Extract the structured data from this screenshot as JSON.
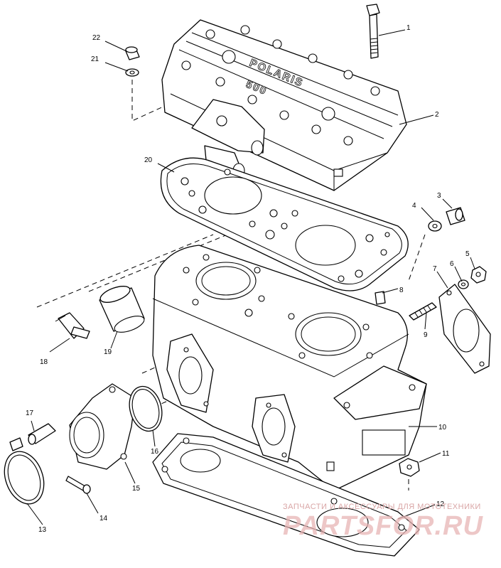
{
  "callouts": [
    {
      "id": "c1",
      "label": "1"
    },
    {
      "id": "c2",
      "label": "2"
    },
    {
      "id": "c3",
      "label": "3"
    },
    {
      "id": "c4",
      "label": "4"
    },
    {
      "id": "c5",
      "label": "5"
    },
    {
      "id": "c6",
      "label": "6"
    },
    {
      "id": "c7",
      "label": "7"
    },
    {
      "id": "c8",
      "label": "8"
    },
    {
      "id": "c9",
      "label": "9"
    },
    {
      "id": "c10",
      "label": "10"
    },
    {
      "id": "c11",
      "label": "11"
    },
    {
      "id": "c12",
      "label": "12"
    },
    {
      "id": "c13",
      "label": "13"
    },
    {
      "id": "c14",
      "label": "14"
    },
    {
      "id": "c15",
      "label": "15"
    },
    {
      "id": "c16",
      "label": "16"
    },
    {
      "id": "c17",
      "label": "17"
    },
    {
      "id": "c18",
      "label": "18"
    },
    {
      "id": "c19",
      "label": "19"
    },
    {
      "id": "c20",
      "label": "20"
    },
    {
      "id": "c21",
      "label": "21"
    },
    {
      "id": "c22",
      "label": "22"
    }
  ],
  "cover_emboss": {
    "brand": "POLARIS",
    "model": "500"
  },
  "watermark": {
    "tagline": "ЗАПЧАСТИ И АКСЕССУАРЫ ДЛЯ МОТОТЕХНИКИ",
    "logo": "PARTSFOR.RU"
  }
}
